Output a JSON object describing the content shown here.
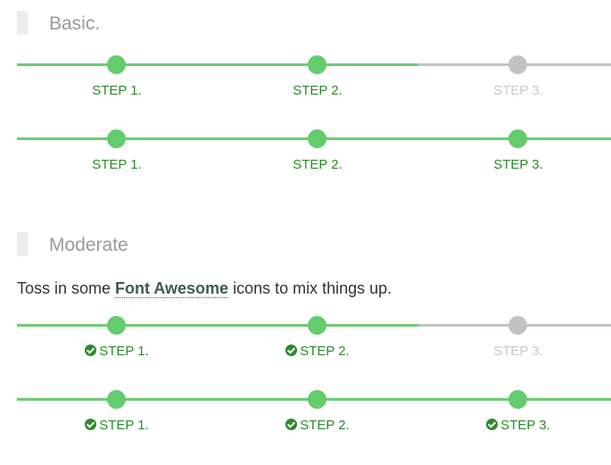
{
  "basic": {
    "heading": "Basic.",
    "progress_rows": [
      {
        "steps": [
          {
            "label": "STEP 1.",
            "status": "complete"
          },
          {
            "label": "STEP 2.",
            "status": "complete"
          },
          {
            "label": "STEP 3.",
            "status": "pending"
          }
        ]
      },
      {
        "steps": [
          {
            "label": "STEP 1.",
            "status": "complete"
          },
          {
            "label": "STEP 2.",
            "status": "complete"
          },
          {
            "label": "STEP 3.",
            "status": "complete"
          }
        ]
      }
    ]
  },
  "moderate": {
    "heading": "Moderate",
    "intro_before": "Toss in some ",
    "intro_link": "Font Awesome",
    "intro_after": " icons to mix things up.",
    "progress_rows": [
      {
        "steps": [
          {
            "label": "STEP 1.",
            "status": "complete",
            "icon": "check-circle-icon"
          },
          {
            "label": "STEP 2.",
            "status": "complete",
            "icon": "check-circle-icon"
          },
          {
            "label": "STEP 3.",
            "status": "pending",
            "icon": "check-circle-icon"
          }
        ]
      },
      {
        "steps": [
          {
            "label": "STEP 1.",
            "status": "complete",
            "icon": "check-circle-icon"
          },
          {
            "label": "STEP 2.",
            "status": "complete",
            "icon": "check-circle-icon"
          },
          {
            "label": "STEP 3.",
            "status": "complete",
            "icon": "check-circle-icon"
          }
        ]
      }
    ]
  },
  "colors": {
    "complete": "#63cc6c",
    "pending": "#c2c2c2",
    "label_complete": "#2c8a2c",
    "label_pending": "#c8c8c8"
  }
}
